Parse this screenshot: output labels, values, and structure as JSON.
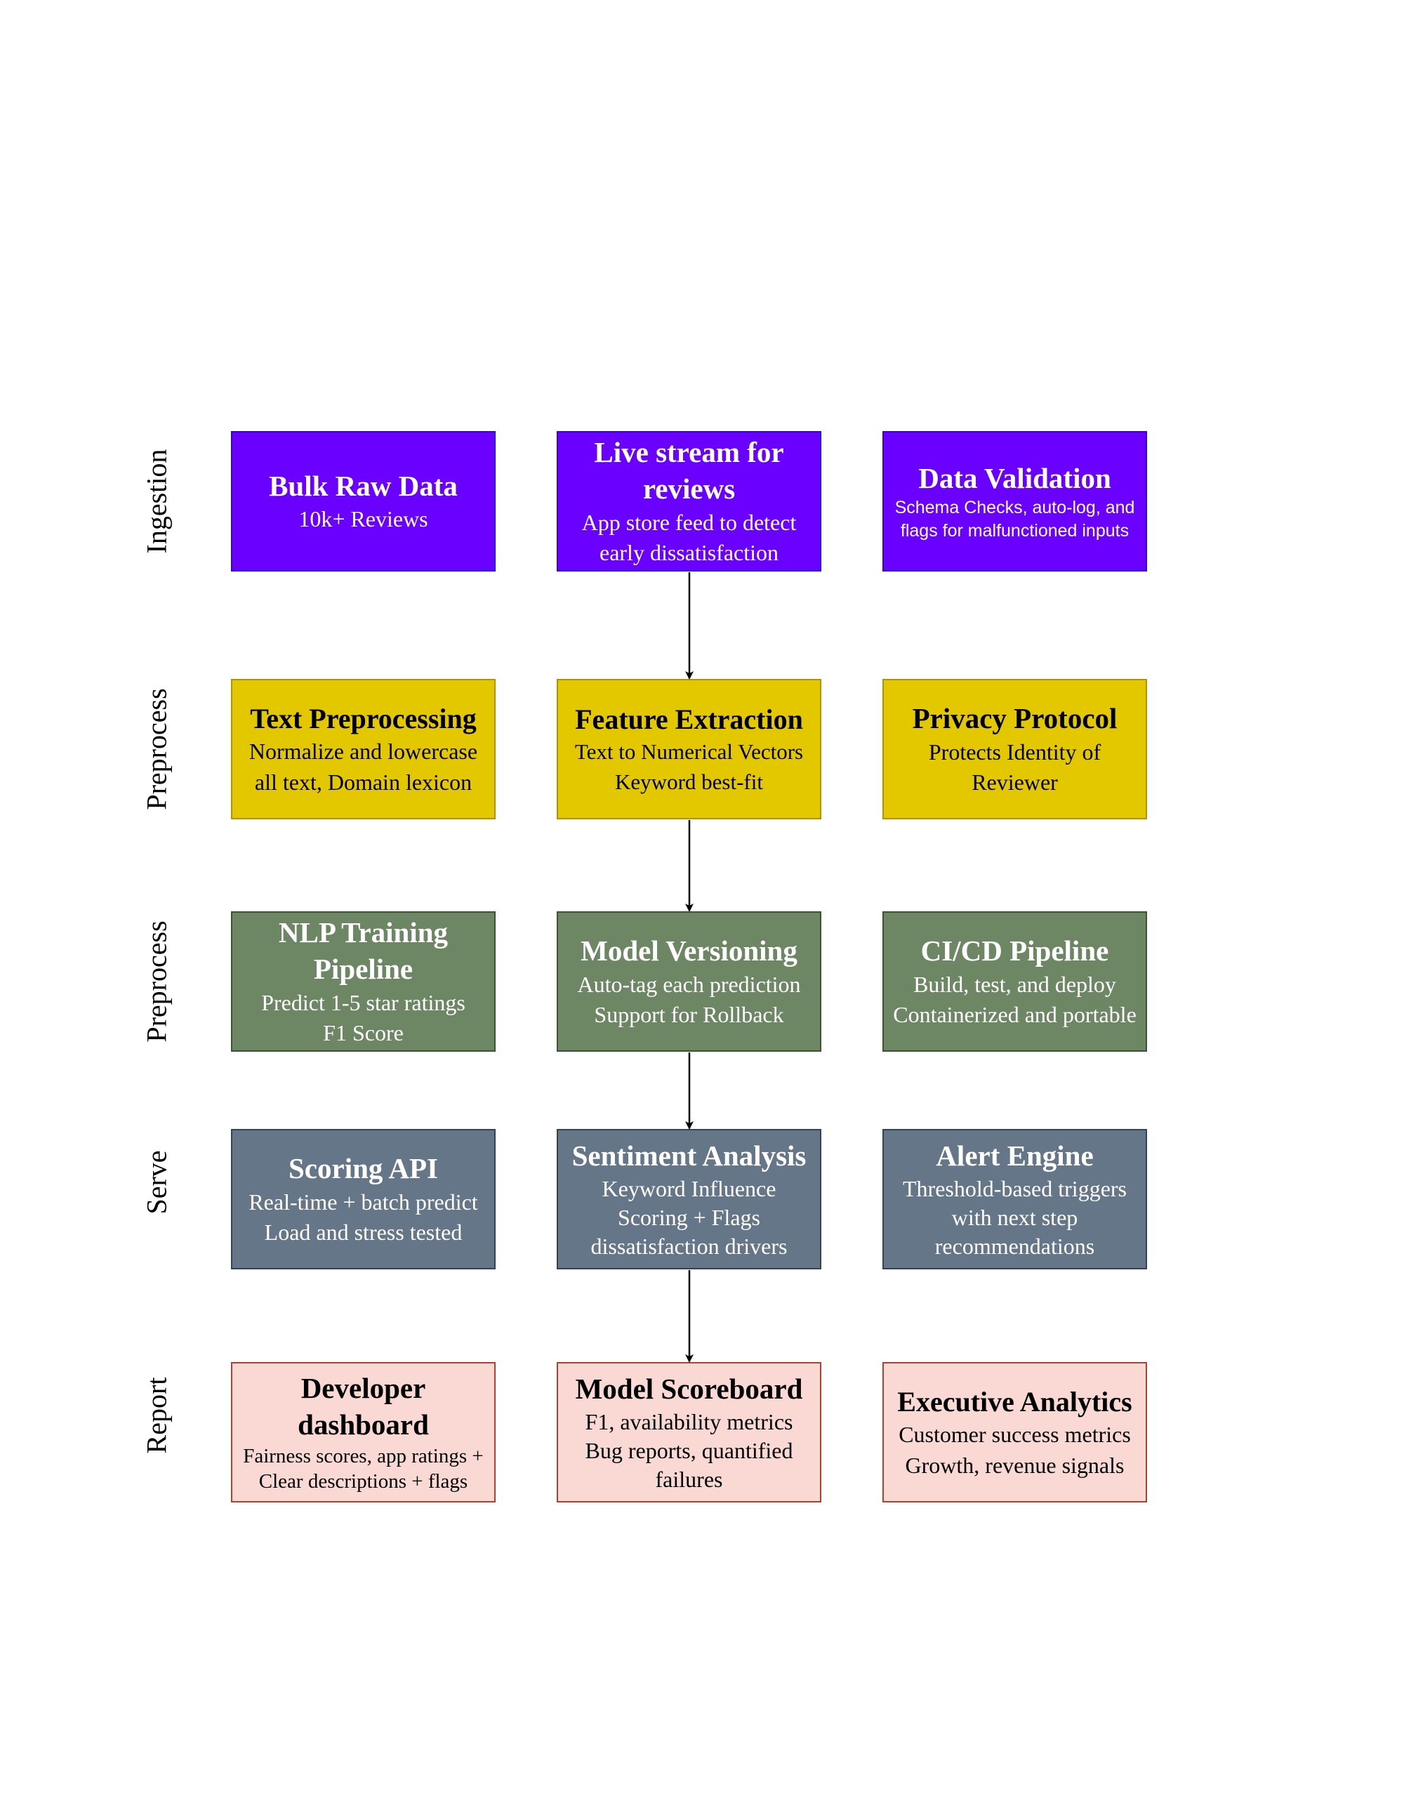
{
  "lanes": {
    "ingestion": "Ingestion",
    "preprocess_1": "Preprocess",
    "preprocess_2": "Preprocess",
    "serve": "Serve",
    "report": "Report"
  },
  "ingestion": {
    "bulk_raw_data": {
      "title": "Bulk Raw Data",
      "body": "10k+ Reviews"
    },
    "live_stream": {
      "title": "Live stream for reviews",
      "body": "App store feed to detect early dissatisfaction"
    },
    "data_validation": {
      "title": "Data Validation",
      "body": "Schema Checks, auto-log, and flags for malfunctioned inputs"
    }
  },
  "preprocess_1": {
    "text_preprocessing": {
      "title": "Text Preprocessing",
      "body": "Normalize and lowercase all text, Domain lexicon"
    },
    "feature_extraction": {
      "title": "Feature Extraction",
      "body": "Text to Numerical Vectors\nKeyword best-fit"
    },
    "privacy_protocol": {
      "title": "Privacy Protocol",
      "body": "Protects Identity of Reviewer"
    }
  },
  "preprocess_2": {
    "nlp_training": {
      "title": "NLP Training Pipeline",
      "body": "Predict 1-5 star ratings\nF1 Score"
    },
    "model_versioning": {
      "title": "Model Versioning",
      "body": "Auto-tag each prediction\nSupport for Rollback"
    },
    "cicd_pipeline": {
      "title": "CI/CD Pipeline",
      "body": "Build, test, and deploy Containerized and portable"
    }
  },
  "serve": {
    "scoring_api": {
      "title": "Scoring API",
      "body": "Real-time + batch predict\nLoad and stress tested"
    },
    "sentiment_analysis": {
      "title": "Sentiment Analysis",
      "body": "Keyword Influence Scoring + Flags dissatisfaction drivers"
    },
    "alert_engine": {
      "title": "Alert Engine",
      "body": "Threshold-based triggers with next step recommendations"
    }
  },
  "report": {
    "developer_dashboard": {
      "title": "Developer dashboard",
      "body": "Fairness scores, app ratings + Clear descriptions + flags"
    },
    "model_scoreboard": {
      "title": "Model Scoreboard",
      "body": "F1, availability metrics Bug reports, quantified failures"
    },
    "executive_analytics": {
      "title": "Executive Analytics",
      "body": "Customer success metrics\nGrowth, revenue signals"
    }
  },
  "colors": {
    "ingestion_fill": "#6a00ff",
    "preprocess_1_fill": "#e3c800",
    "preprocess_2_fill": "#6d8764",
    "serve_fill": "#647687",
    "report_fill": "#fad9d5"
  }
}
